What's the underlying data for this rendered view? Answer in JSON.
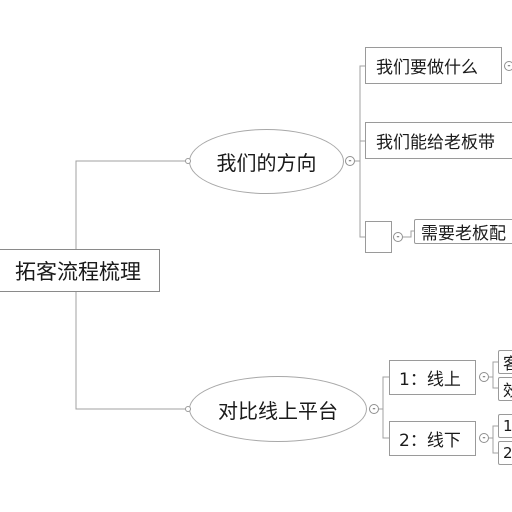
{
  "mindmap": {
    "root": "拓客流程梳理",
    "branch1": {
      "label": "我们的方向",
      "toggle": "-",
      "items": [
        "我们要做什么",
        "我们能给老板带",
        "",
        "需要老板配"
      ],
      "toggles": [
        "-",
        "-"
      ]
    },
    "branch2": {
      "label": "对比线上平台",
      "toggle": "-",
      "sub1": {
        "label": "1：线上",
        "toggle": "-",
        "children": [
          "客",
          "效"
        ]
      },
      "sub2": {
        "label": "2：线下",
        "toggle": "-",
        "children": [
          "1",
          "2"
        ]
      }
    }
  }
}
